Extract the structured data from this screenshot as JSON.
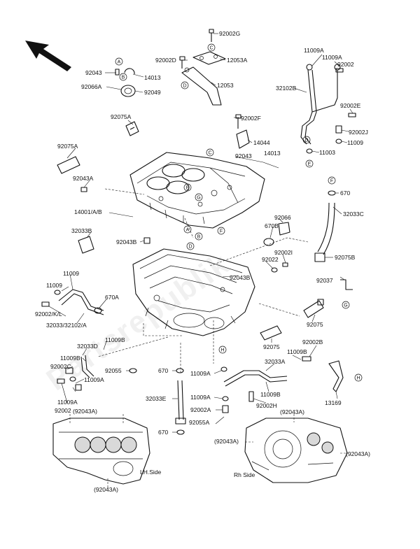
{
  "watermark": "Partsrepublik",
  "views": {
    "lh_side": "LH.Side",
    "rh_side": "Rh Side"
  },
  "callouts": [
    {
      "key": "c_92002g",
      "text": "92002G"
    },
    {
      "key": "c_12053a",
      "text": "12053A"
    },
    {
      "key": "c_92002d",
      "text": "92002D"
    },
    {
      "key": "c_12053",
      "text": "12053"
    },
    {
      "key": "c_92043_top",
      "text": "92043"
    },
    {
      "key": "c_14013_top",
      "text": "14013"
    },
    {
      "key": "c_92066a",
      "text": "92066A"
    },
    {
      "key": "c_92049",
      "text": "92049"
    },
    {
      "key": "c_92075a_1",
      "text": "92075A"
    },
    {
      "key": "c_92075a_2",
      "text": "92075A"
    },
    {
      "key": "c_92002f",
      "text": "92002F"
    },
    {
      "key": "c_14044",
      "text": "14044"
    },
    {
      "key": "c_92043_mid",
      "text": "92043"
    },
    {
      "key": "c_14013_mid",
      "text": "14013"
    },
    {
      "key": "c_92043a_1",
      "text": "92043A"
    },
    {
      "key": "c_14001",
      "text": "14001/A/B"
    },
    {
      "key": "c_32033b",
      "text": "32033B"
    },
    {
      "key": "c_92043b_1",
      "text": "92043B"
    },
    {
      "key": "c_92043b_2",
      "text": "92043B"
    },
    {
      "key": "c_92066",
      "text": "92066"
    },
    {
      "key": "c_670b",
      "text": "670B"
    },
    {
      "key": "c_92002i",
      "text": "92002I"
    },
    {
      "key": "c_92022",
      "text": "92022"
    },
    {
      "key": "c_11009_l1",
      "text": "11009"
    },
    {
      "key": "c_11009_l2",
      "text": "11009"
    },
    {
      "key": "c_670a",
      "text": "670A"
    },
    {
      "key": "c_92002kl",
      "text": "92002/K/L"
    },
    {
      "key": "c_32033_32102a",
      "text": "32033/32102/A"
    },
    {
      "key": "c_11009a_tr1",
      "text": "11009A"
    },
    {
      "key": "c_11009a_tr2",
      "text": "11009A"
    },
    {
      "key": "c_92002_tr",
      "text": "92002"
    },
    {
      "key": "c_32102b",
      "text": "32102B"
    },
    {
      "key": "c_92002e",
      "text": "92002E"
    },
    {
      "key": "c_92002j",
      "text": "92002J"
    },
    {
      "key": "c_11009_tr",
      "text": "11009"
    },
    {
      "key": "c_11003",
      "text": "11003"
    },
    {
      "key": "c_670_r",
      "text": "670"
    },
    {
      "key": "c_32033c",
      "text": "32033C"
    },
    {
      "key": "c_92075b",
      "text": "92075B"
    },
    {
      "key": "c_92037",
      "text": "92037"
    },
    {
      "key": "c_92075",
      "text": "92075"
    },
    {
      "key": "c_92075_2",
      "text": "92075"
    },
    {
      "key": "c_92002b",
      "text": "92002B"
    },
    {
      "key": "c_11009b_r",
      "text": "11009B"
    },
    {
      "key": "c_32033a",
      "text": "32033A"
    },
    {
      "key": "c_11009b_c",
      "text": "11009B"
    },
    {
      "key": "c_92002h",
      "text": "92002H"
    },
    {
      "key": "c_13169",
      "text": "13169"
    },
    {
      "key": "c_11009a_c1",
      "text": "11009A"
    },
    {
      "key": "c_11009a_c2",
      "text": "11009A"
    },
    {
      "key": "c_92002a",
      "text": "92002A"
    },
    {
      "key": "c_92055a",
      "text": "92055A"
    },
    {
      "key": "c_92055",
      "text": "92055"
    },
    {
      "key": "c_670_c1",
      "text": "670"
    },
    {
      "key": "c_670_c2",
      "text": "670"
    },
    {
      "key": "c_32033e",
      "text": "32033E"
    },
    {
      "key": "c_11009b_l",
      "text": "11009B"
    },
    {
      "key": "c_32033d",
      "text": "32033D"
    },
    {
      "key": "c_11009b_l2",
      "text": "11009B"
    },
    {
      "key": "c_92002c",
      "text": "92002C"
    },
    {
      "key": "c_11009a_l1",
      "text": "11009A"
    },
    {
      "key": "c_11009a_l2",
      "text": "11009A"
    },
    {
      "key": "c_92002_l",
      "text": "92002"
    },
    {
      "key": "c_92043a_lh_top",
      "text": "(92043A)"
    },
    {
      "key": "c_92043a_lh_bot",
      "text": "(92043A)"
    },
    {
      "key": "c_92043a_rh_top",
      "text": "(92043A)"
    },
    {
      "key": "c_92043a_rh_left",
      "text": "(92043A)"
    },
    {
      "key": "c_92043a_rh_right",
      "text": "(92043A)"
    }
  ],
  "ref_letters": [
    "A",
    "B",
    "C",
    "D",
    "E",
    "F",
    "G",
    "H"
  ]
}
